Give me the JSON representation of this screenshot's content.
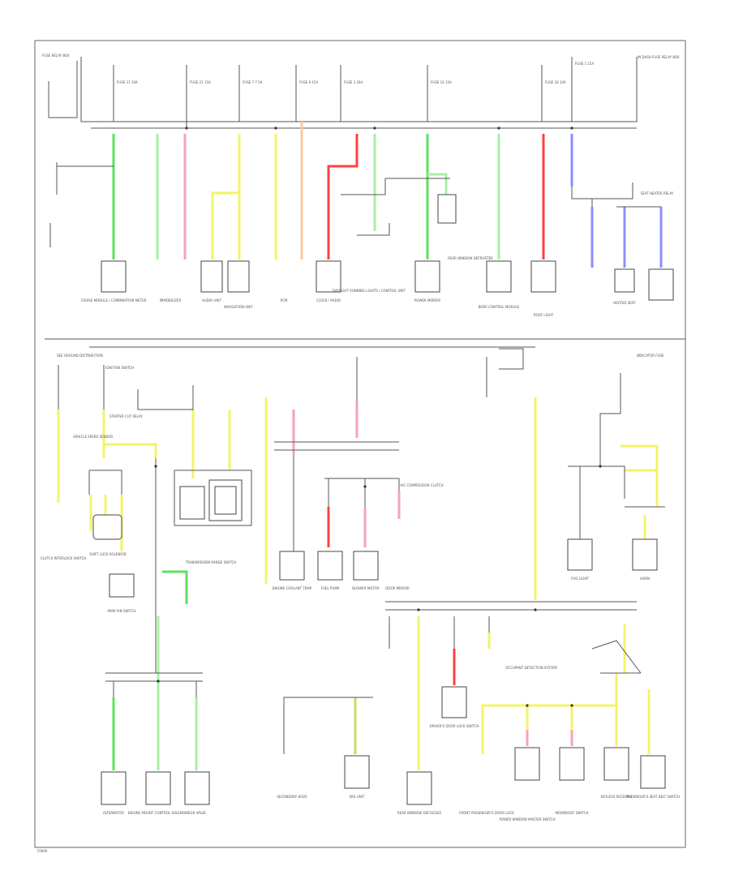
{
  "diagram": {
    "corner_label": "F0000",
    "colors": {
      "green": "#5ee05e",
      "light_green": "#a6f0a6",
      "pink": "#f7a3b5",
      "yellow": "#f3f36a",
      "orange": "#f7c9a3",
      "red": "#ff4040",
      "blue": "#8c8cff",
      "olive": "#c9d96a",
      "wire": "#555555"
    },
    "top_section": {
      "header_left": "FUSE RELAY BOX",
      "fuses": [
        "FUSE 11 10A",
        "FUSE 21 15A",
        "FUSE 7 7.5A",
        "FUSE 9 15A",
        "FUSE 2 20A",
        "FUSE 14 15A",
        "FUSE 18 10A",
        "FUSE 1 15A"
      ],
      "header_right": "IN DASH FUSE RELAY BOX",
      "components": [
        "CRUISE MODULE / COMBINATION METER",
        "IMMOBILIZER",
        "AUDIO UNIT",
        "NAVIGATION UNIT",
        "PCM",
        "CLOCK / RADIO",
        "DAYLIGHT RUNNING LIGHTS / CONTROL UNIT",
        "POWER MIRROR",
        "REAR WINDOW DEFROSTER",
        "BODY CONTROL MODULE",
        "ROOF LIGHT",
        "HEATED SEAT",
        "SEAT HEATER RELAY"
      ]
    },
    "middle_section": {
      "notes": [
        "SEE GROUND DISTRIBUTION",
        "INDICATOR FUSE"
      ],
      "components": [
        "VEHICLE SPEED SENSOR",
        "IGNITION SWITCH",
        "STARTER CUT RELAY",
        "CLUTCH INTERLOCK SWITCH",
        "SHIFT LOCK SOLENOID",
        "PARK PIN SWITCH",
        "ENGINE COOLANT TEMP",
        "FUEL PUMP",
        "TRANSMISSION RANGE SWITCH",
        "BLOWER MOTOR",
        "DOOR MIRROR",
        "A/C COMPRESSOR CLUTCH",
        "FOG LIGHT",
        "HORN"
      ]
    },
    "bottom_section": {
      "components": [
        "ALTERNATOR",
        "ENGINE MOUNT CONTROL SOLENOID",
        "EGR VALVE",
        "SECONDARY HO2S",
        "SRS UNIT",
        "REAR WINDOW DEFOGGER",
        "DRIVER'S DOOR LOCK SWITCH",
        "FRONT PASSENGER'S DOOR LOCK",
        "POWER WINDOW MASTER SWITCH",
        "MOONROOF SWITCH",
        "KEYLESS RECEIVER",
        "PASSENGER'S SEAT BELT SWITCH",
        "OCCUPANT DETECTION SYSTEM"
      ]
    }
  }
}
